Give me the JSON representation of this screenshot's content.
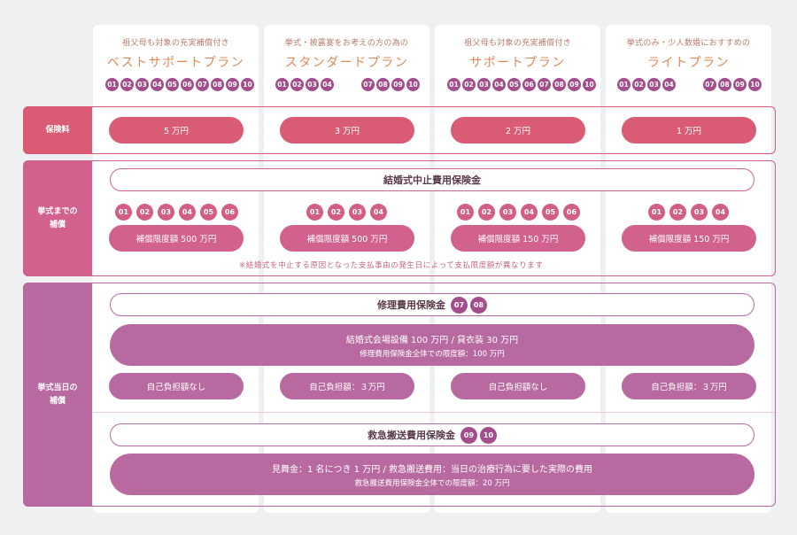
{
  "plans": [
    {
      "subtitle": "祖父母も対象の充実補償付き",
      "name": "ベストサポートプラン",
      "badges": [
        "01",
        "02",
        "03",
        "04",
        "05",
        "06",
        "07",
        "08",
        "09",
        "10"
      ],
      "premium": "5 万円"
    },
    {
      "subtitle": "挙式・披露宴をお考えの方の為の",
      "name": "スタンダードプラン",
      "badges": [
        "01",
        "02",
        "03",
        "04",
        "07",
        "08",
        "09",
        "10"
      ],
      "premium": "3 万円"
    },
    {
      "subtitle": "祖父母も対象の充実補償付き",
      "name": "サポートプラン",
      "badges": [
        "01",
        "02",
        "03",
        "04",
        "05",
        "06",
        "07",
        "08",
        "09",
        "10"
      ],
      "premium": "2 万円"
    },
    {
      "subtitle": "挙式のみ・少人数婚におすすめの",
      "name": "ライトプラン",
      "badges": [
        "01",
        "02",
        "03",
        "04",
        "07",
        "08",
        "09",
        "10"
      ],
      "premium": "1 万円"
    }
  ],
  "sections": {
    "premium": {
      "label": "保険料"
    },
    "before": {
      "label_line1": "挙式までの",
      "label_line2": "補償",
      "insurance_title": "結婚式中止費用保険金",
      "plan_badges": [
        [
          "01",
          "02",
          "03",
          "04",
          "05",
          "06"
        ],
        [
          "01",
          "02",
          "03",
          "04"
        ],
        [
          "01",
          "02",
          "03",
          "04",
          "05",
          "06"
        ],
        [
          "01",
          "02",
          "03",
          "04"
        ]
      ],
      "limits": [
        "補償限度額 500 万円",
        "補償限度額 500 万円",
        "補償限度額 150 万円",
        "補償限度額 150 万円"
      ],
      "note": "※結婚式を中止する原因となった支払事由の発生日によって支払限度額が異なります"
    },
    "day": {
      "label_line1": "挙式当日の",
      "label_line2": "補償",
      "repair_title": "修理費用保険金",
      "repair_badges": [
        "07",
        "08"
      ],
      "repair_line1": "結婚式会場設備 100 万円 / 貸衣装 30 万円",
      "repair_line2": "修理費用保険金全体での限度額：100 万円",
      "deductibles": [
        "自己負担額なし",
        "自己負担額：３万円",
        "自己負担額なし",
        "自己負担額：３万円"
      ],
      "rescue_title": "救急搬送費用保険金",
      "rescue_badges": [
        "09",
        "10"
      ],
      "rescue_line1": "見舞金：1 名につき 1 万円 / 救急搬送費用：当日の治療行為に要した実際の費用",
      "rescue_line2": "救急搬送費用保険金全体での限度額：20 万円"
    }
  },
  "colors": {
    "premium": "#d95c74",
    "before": "#d2618e",
    "day": "#b8699f",
    "badge_purple": "#a44d8d"
  }
}
